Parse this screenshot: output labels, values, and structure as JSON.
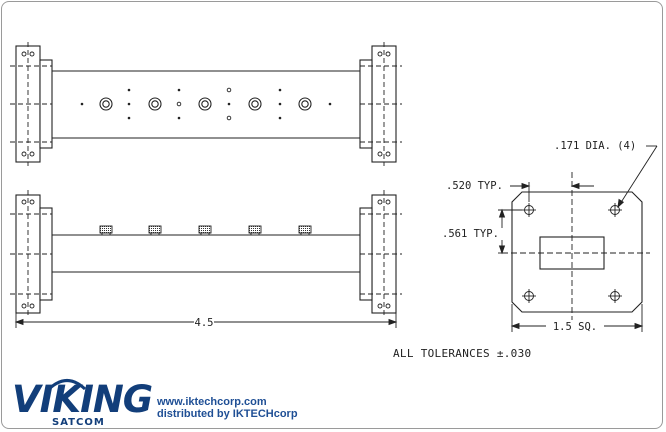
{
  "dimensions": {
    "overall_length": "4.5",
    "flange_square": "1.5 SQ.",
    "typ_520": ".520 TYP.",
    "typ_561": ".561 TYP.",
    "hole_dia": ".171 DIA. (4)"
  },
  "notes": {
    "tolerance": "ALL TOLERANCES ±.030"
  },
  "brand": {
    "logo_word": "VIKING",
    "logo_sub": "SATCOM",
    "website": "www.iktechcorp.com",
    "distributor": "distributed by IKTECHcorp",
    "color": "#123e7a"
  }
}
